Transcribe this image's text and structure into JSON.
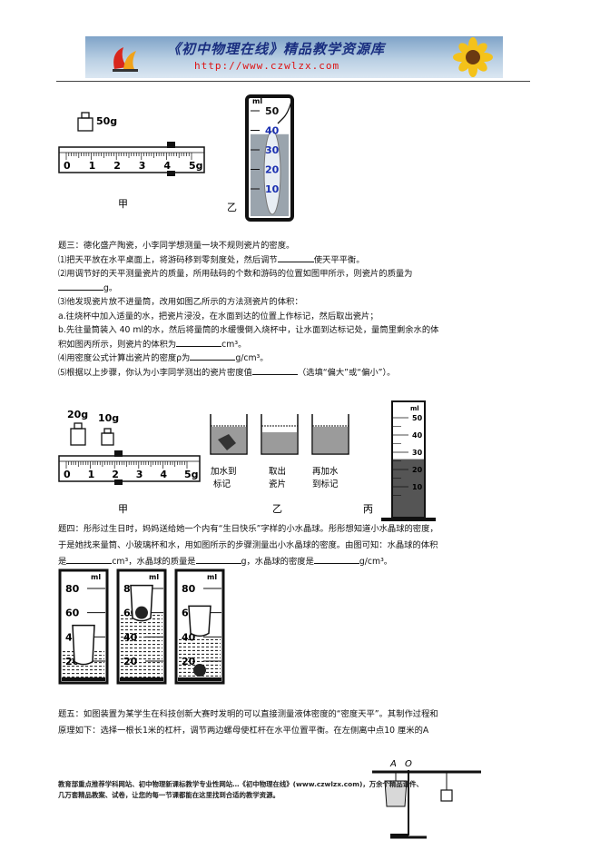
{
  "header": {
    "title": "《初中物理在线》精品教学资源库",
    "url": "http://www.czwlzx.com"
  },
  "fig1": {
    "weight_label": "50g",
    "scale_ticks": [
      "0",
      "1",
      "2",
      "3",
      "4",
      "5g"
    ],
    "cylinder_unit": "ml",
    "cylinder_ticks": [
      "50",
      "40",
      "30",
      "20",
      "10"
    ],
    "cylinder_level": 38,
    "caption_left": "甲",
    "caption_right": "乙"
  },
  "q3": {
    "lines": [
      "题三：德化盛产陶瓷，小李同学想测量一块不规则瓷片的密度。",
      "⑴把天平放在水平桌面上，将游码移到零刻度处，然后调节",
      "使天平平衡。",
      "⑵用调节好的天平测量瓷片的质量，所用砝码的个数和游码的位置如图甲所示，则瓷片的质量为",
      "g。",
      "⑶他发现瓷片放不进量筒，改用如图乙所示的方法测瓷片的体积：",
      "a.往烧杯中加入适量的水，把瓷片浸没，在水面到达的位置上作标记，然后取出瓷片；",
      "b.先往量筒装入 40  ml的水，然后将量筒的水缓慢倒入烧杯中，让水面到达标记处，量筒里剩余水的体",
      "积如图丙所示，则瓷片的体积为",
      "cm³。",
      "⑷用密度公式计算出瓷片的密度ρ为",
      "g/cm³。",
      "⑸根据以上步骤，你认为小李同学测出的瓷片密度值",
      "（选填“偏大”或“偏小”）。"
    ]
  },
  "fig2": {
    "weights": [
      "20g",
      "10g"
    ],
    "scale_ticks": [
      "0",
      "1",
      "2",
      "3",
      "4",
      "5g"
    ],
    "beaker_labels": [
      [
        "加水到",
        "标记"
      ],
      [
        "取出",
        "瓷片"
      ],
      [
        "再加水",
        "到标记"
      ]
    ],
    "cylinder_unit": "ml",
    "cylinder_ticks": [
      "50",
      "40",
      "30",
      "20",
      "10"
    ],
    "cylinder_level": 26,
    "caption_a": "甲",
    "caption_b": "乙",
    "caption_c": "丙"
  },
  "q4": {
    "line1": "题四：彤彤过生日时，妈妈送给她一个内有“生日快乐”字样的小水晶球。彤彤想知道小水晶球的密度，",
    "line2": "于是她找来量筒、小玻璃杯和水，用如图所示的步骤测量出小水晶球的密度。由图可知：水晶球的体积",
    "line3a": "是",
    "line3b": "cm³，水晶球的质量是",
    "line3c": "g，水晶球的密度是",
    "line3d": "g/cm³。"
  },
  "fig3": {
    "unit": "ml",
    "ticks": [
      "80",
      "60",
      "40",
      "20"
    ],
    "levels": [
      30,
      60,
      40
    ]
  },
  "q5": {
    "line1": "题五：如图装置为某学生在科技创新大赛时发明的可以直接测量液体密度的“密度天平”。其制作过程和",
    "line2": "原理如下：选择一根长1米的杠杆，调节两边螺母使杠杆在水平位置平衡。在左侧离中点10 厘米的A",
    "label_a": "A",
    "label_o": "O"
  },
  "footer": {
    "line1": "教育部重点推荐学科网站、初中物理新课标教学专业性网站…《初中物理在线》(www.czwlzx.com)，万余个精品课件、",
    "line2": "几万套精品教案、试卷，让您的每一节课都能在这里找到合适的教学资源。"
  }
}
